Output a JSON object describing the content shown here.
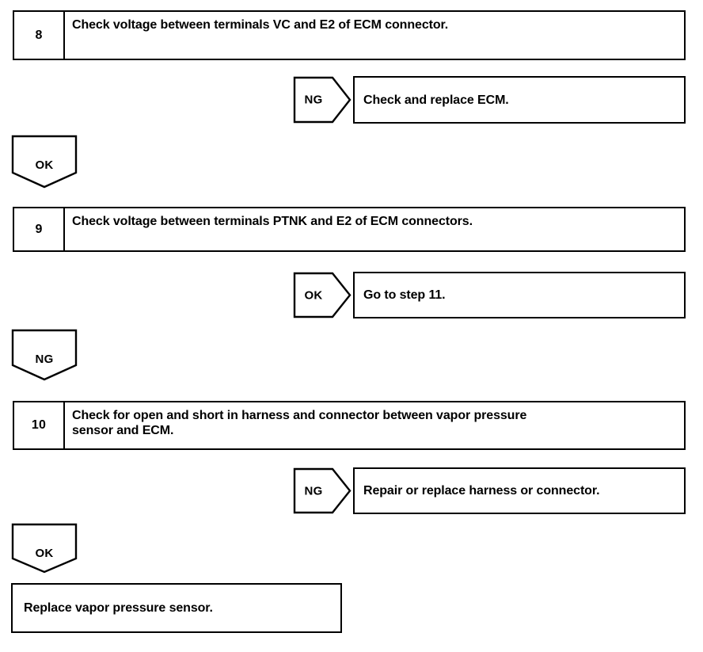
{
  "document": {
    "type": "troubleshooting-flowchart",
    "title": "Vapor pressure sensor circuit troubleshooting (steps 8-10)",
    "colors": {
      "line": "#000000",
      "background": "#ffffff",
      "text": "#000000"
    }
  },
  "steps": [
    {
      "id": "step-8",
      "number": "8",
      "text": "Check voltage between terminals VC and E2 of ECM connector."
    },
    {
      "id": "step-9",
      "number": "9",
      "text": "Check voltage between terminals PTNK and E2 of ECM connectors."
    },
    {
      "id": "step-10",
      "number": "10",
      "text": "Check for open and short in harness and connector between vapor pressure\nsensor and ECM."
    }
  ],
  "branches": [
    {
      "id": "branch-8-ng",
      "label": "NG",
      "result": "Check and replace ECM."
    },
    {
      "id": "branch-9-ok",
      "label": "OK",
      "result": "Go to step 11."
    },
    {
      "id": "branch-10-ng",
      "label": "NG",
      "result": "Repair or replace harness or connector."
    }
  ],
  "connectors": [
    {
      "id": "connector-8-ok",
      "label": "OK"
    },
    {
      "id": "connector-9-ng",
      "label": "NG"
    },
    {
      "id": "connector-10-ok",
      "label": "OK"
    }
  ],
  "terminal": {
    "id": "terminal-replace-sensor",
    "text": "Replace vapor pressure sensor."
  }
}
